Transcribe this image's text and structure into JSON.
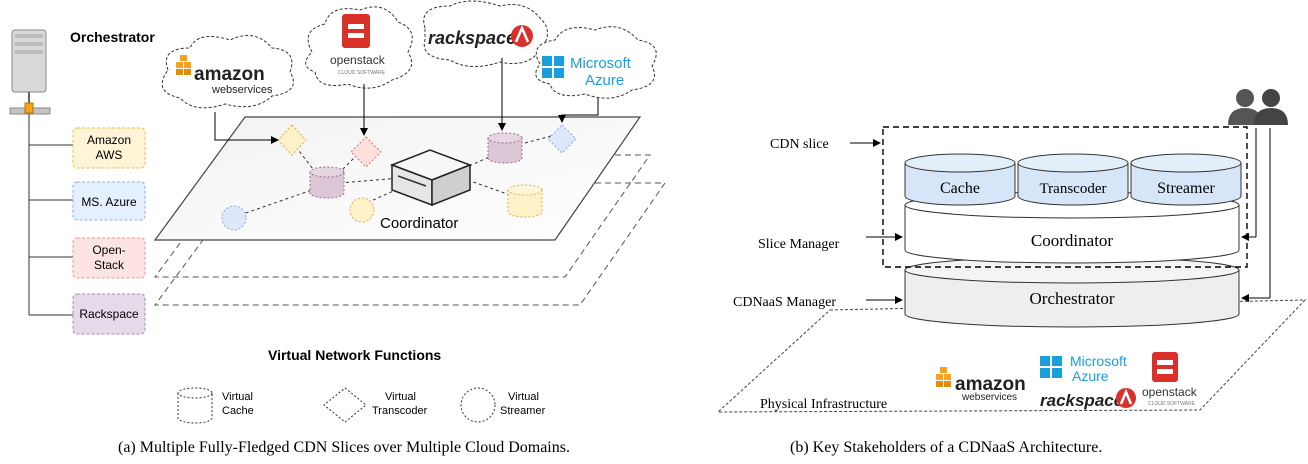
{
  "panel_a": {
    "orchestrator_label": "Orchestrator",
    "providers": [
      "Amazon AWS",
      "MS. Azure",
      "Open-Stack",
      "Rackspace"
    ],
    "provider_lines": [
      [
        "Amazon",
        "AWS"
      ],
      [
        "MS. Azure"
      ],
      [
        "Open-",
        "Stack"
      ],
      [
        "Rackspace"
      ]
    ],
    "coordinator_label": "Coordinator",
    "cloud_logos": {
      "amazon": "amazon",
      "amazon_sub": "webservices",
      "openstack": "openstack",
      "openstack_sub": "CLOUD SOFTWARE",
      "rackspace": "rackspace",
      "azure_line1": "Microsoft",
      "azure_line2": "Azure"
    },
    "vnf_title": "Virtual Network Functions",
    "legend": [
      {
        "line1": "Virtual",
        "line2": "Cache"
      },
      {
        "line1": "Virtual",
        "line2": "Transcoder"
      },
      {
        "line1": "Virtual",
        "line2": "Streamer"
      }
    ],
    "caption": "(a) Multiple Fully-Fledged CDN Slices over Multiple Cloud Domains."
  },
  "panel_b": {
    "cdn_slice_label": "CDN slice",
    "slice_manager_label": "Slice Manager",
    "cdnaas_manager_label": "CDNaaS Manager",
    "physical_label": "Physical Infrastructure",
    "functions": [
      "Cache",
      "Transcoder",
      "Streamer"
    ],
    "coordinator_label": "Coordinator",
    "orchestrator_label": "Orchestrator",
    "logos": {
      "amazon": "amazon",
      "amazon_sub": "webservices",
      "azure_line1": "Microsoft",
      "azure_line2": "Azure",
      "openstack": "openstack",
      "openstack_sub": "CLOUD SOFTWARE",
      "rackspace": "rackspace"
    },
    "caption": "(b) Key Stakeholders of a CDNaaS Architecture."
  },
  "colors": {
    "cache_fill": "#dcc7d6",
    "amazon_orange": "#f7a21b",
    "openstack_red": "#d9312a",
    "azure_blue": "#19a0dc",
    "stack_blue": "#d6e6f8",
    "gray_fill": "#eeeeee"
  }
}
